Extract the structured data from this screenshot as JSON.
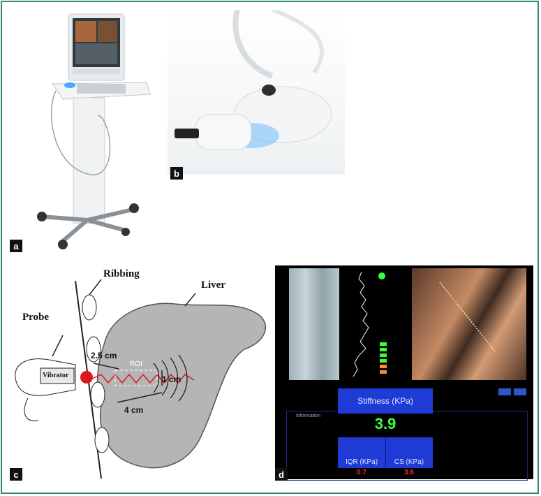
{
  "panels": {
    "a": {
      "label": "a"
    },
    "b": {
      "label": "b"
    },
    "c": {
      "label": "c",
      "annotations": {
        "ribbing": "Ribbing",
        "liver": "Liver",
        "probe": "Probe",
        "vibrator": "Vibrator",
        "roi": "ROI",
        "depth": "2.5 cm",
        "width": "1 cm",
        "length": "4 cm"
      }
    },
    "d": {
      "label": "d",
      "display": {
        "stiffness_label": "Stiffness (KPa)",
        "stiffness_value": "3.9",
        "information_label": "Information",
        "iqr_label": "IQR (KPa)",
        "iqr_value": "0.7",
        "cs_label": "CS (KPa)",
        "cs_value": "3.6"
      }
    }
  },
  "colors": {
    "border": "#2e8b6e",
    "screen_bg": "#000000",
    "screen_panel": "#1f3bd6",
    "value_green": "#3cff3c",
    "value_red": "#ff2a2a",
    "liver_gray": "#b5b5b5",
    "probe_blue": "#4aa8ff"
  }
}
